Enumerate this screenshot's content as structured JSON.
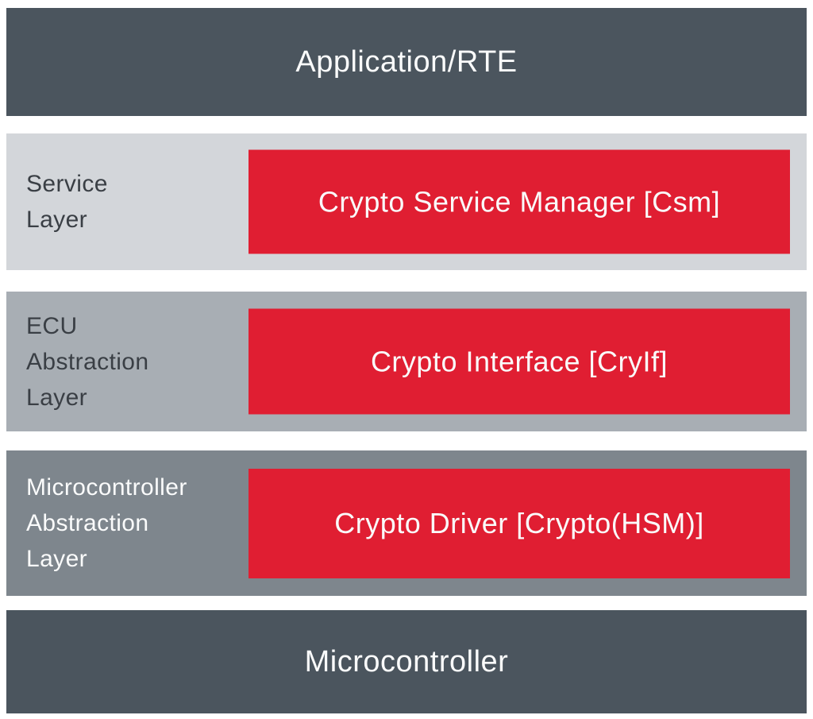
{
  "colors": {
    "band_dark": "#4b555e",
    "band_light": "#d3d6da",
    "band_medium": "#a8aeb4",
    "band_gray": "#7e868d",
    "module_red": "#e01e32",
    "text_dark": "#3a3f45",
    "text_light": "#fafbfb"
  },
  "layers": {
    "application": {
      "title": "Application/RTE"
    },
    "service": {
      "label_lines": [
        "Service",
        "Layer"
      ],
      "module_label": "Crypto Service Manager [Csm]"
    },
    "ecu_abstraction": {
      "label_lines": [
        "ECU",
        "Abstraction",
        "Layer"
      ],
      "module_label": "Crypto Interface [CryIf]"
    },
    "microcontroller_abstraction": {
      "label_lines": [
        "Microcontroller",
        "Abstraction",
        "Layer"
      ],
      "module_label": "Crypto Driver [Crypto(HSM)]"
    },
    "microcontroller": {
      "title": "Microcontroller"
    }
  }
}
